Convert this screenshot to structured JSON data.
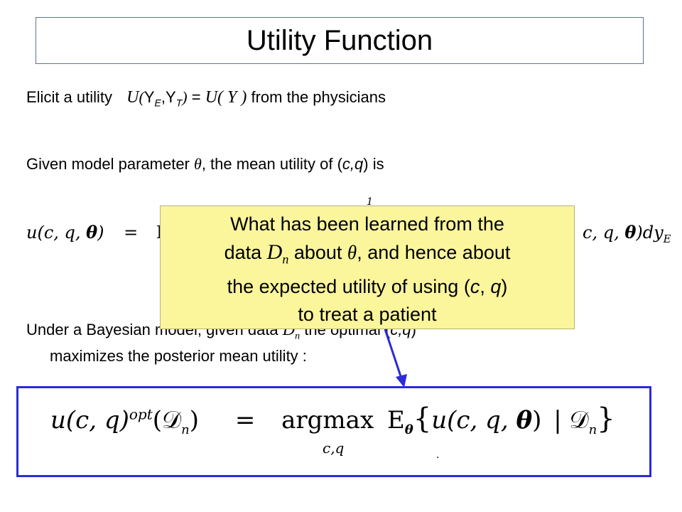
{
  "title": "Utility Function",
  "line1": {
    "prefix": "Elicit a utility",
    "u": "U",
    "paren_open": "(",
    "y": "Y",
    "sub_e": "E",
    "comma": ",",
    "sub_t": "T",
    "paren_close": ")",
    "equals": "=",
    "rhs": "U( Y )",
    "suffix": "from the physicians"
  },
  "line2": {
    "prefix": "Given model parameter",
    "theta": "θ",
    "middle": ", the mean utility of (",
    "cq": "c,q",
    "suffix": ") is"
  },
  "math1": {
    "left": "u(c, q, ",
    "theta_bold": "θ",
    "close": ")",
    "equals": "=",
    "E": "E",
    "right": "c, q, ",
    "right_close": ")dy",
    "right_sub": "E",
    "limit_top": "1"
  },
  "callout": {
    "l1": "What has been learned from the",
    "l2_a": "data ",
    "l2_D": "D",
    "l2_n": "n",
    "l2_b": " about ",
    "l2_theta": "θ",
    "l2_c": ", and hence about",
    "l3_a": "the expected utility of using (",
    "l3_c": "c",
    "l3_mid": ", ",
    "l3_q": "q",
    "l3_b": ")",
    "l4": "to treat a patient"
  },
  "line3": {
    "prefix": "Under a Bayesian model, given data",
    "D": "D",
    "n": "n",
    "middle": " the optimal (",
    "cq": "c,q",
    "suffix": ")"
  },
  "line4": "maximizes the posterior mean utility :",
  "formula": {
    "lhs": "u(c, q)",
    "sup": "opt",
    "arg": "(𝒟",
    "arg_n": "n",
    "arg_close": ")",
    "equals": "=",
    "op": "argmax",
    "E": "E",
    "theta_sub": "θ",
    "brace_open": "{",
    "body": "u(c, q, ",
    "body_theta": "θ",
    "body_close": ")",
    "bar": "|",
    "D": "𝒟",
    "D_n": "n",
    "brace_close": "}",
    "under": "c,q",
    "dot": "·"
  },
  "colors": {
    "callout_bg": "#fbf59c",
    "formula_border": "#2c2bd8",
    "arrow": "#2c2bd8",
    "title_border": "#5b6fa8"
  }
}
